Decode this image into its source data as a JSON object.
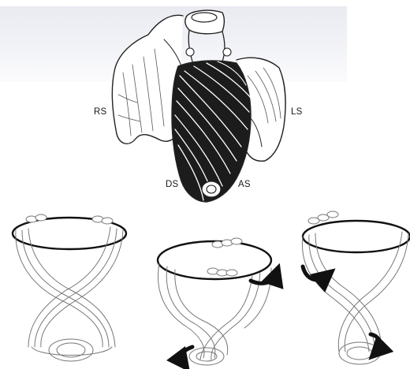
{
  "labels": {
    "rs": "RS",
    "ls": "LS",
    "ds": "DS",
    "as": "AS"
  },
  "colors": {
    "ink": "#111111",
    "background_band": "#eceef3"
  }
}
